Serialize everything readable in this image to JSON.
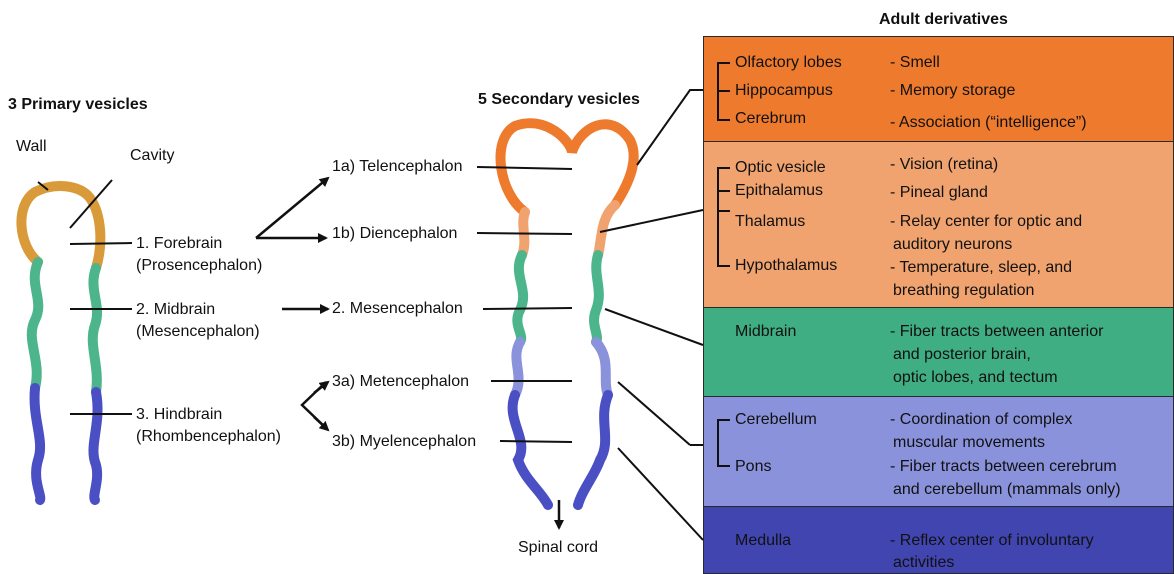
{
  "primary": {
    "title": "3 Primary vesicles",
    "wall_label": "Wall",
    "cavity_label": "Cavity",
    "forebrain": "1. Forebrain",
    "forebrain_sub": "(Prosencephalon)",
    "midbrain": "2. Midbrain",
    "midbrain_sub": "(Mesencephalon)",
    "hindbrain": "3. Hindbrain",
    "hindbrain_sub": "(Rhombencephalon)"
  },
  "secondary": {
    "title": "5 Secondary vesicles",
    "telencephalon": "1a) Telencephalon",
    "diencephalon": "1b) Diencephalon",
    "mesencephalon": "2. Mesencephalon",
    "metencephalon": "3a) Metencephalon",
    "myelencephalon": "3b) Myelencephalon",
    "spinal_cord": "Spinal cord"
  },
  "adult": {
    "title": "Adult derivatives",
    "boxes": [
      {
        "color": "#ee7a2e",
        "rows": [
          {
            "structure": "Olfactory lobes",
            "function": "- Smell"
          },
          {
            "structure": "Hippocampus",
            "function": "- Memory storage"
          },
          {
            "structure": "Cerebrum",
            "function": "- Association (“intelligence”)"
          }
        ]
      },
      {
        "color": "#f0a36e",
        "rows": [
          {
            "structure": "Optic vesicle",
            "function": "- Vision (retina)"
          },
          {
            "structure": "Epithalamus",
            "function": "- Pineal gland"
          },
          {
            "structure": "Thalamus",
            "function": "- Relay center for optic and",
            "function2": "auditory neurons"
          },
          {
            "structure": "Hypothalamus",
            "function": "- Temperature, sleep, and",
            "function2": "breathing regulation"
          }
        ]
      },
      {
        "color": "#3fae82",
        "rows": [
          {
            "structure": "Midbrain",
            "function": "- Fiber tracts between anterior",
            "function2": "and posterior brain,",
            "function3": "optic lobes, and tectum"
          }
        ]
      },
      {
        "color": "#8a92dc",
        "rows": [
          {
            "structure": "Cerebellum",
            "function": "- Coordination of complex",
            "function2": "muscular movements"
          },
          {
            "structure": "Pons",
            "function": "- Fiber tracts between cerebrum",
            "function2": "and cerebellum (mammals only)"
          }
        ]
      },
      {
        "color": "#4145b0",
        "rows": [
          {
            "structure": "Medulla",
            "function": "- Reflex center of involuntary",
            "function2": "activities"
          }
        ]
      }
    ]
  }
}
